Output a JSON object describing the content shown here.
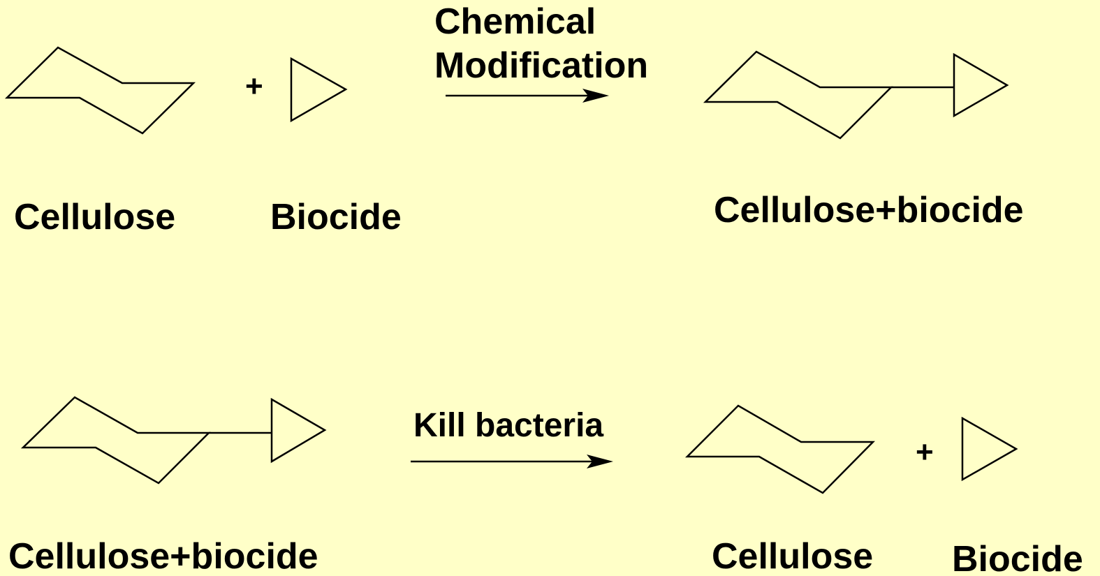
{
  "colors": {
    "background": "#ffffc8",
    "stroke": "#000000"
  },
  "reaction1": {
    "reactant_a_label": "Cellulose",
    "plus": "+",
    "reactant_b_label": "Biocide",
    "arrow_label_line1": "Chemical",
    "arrow_label_line2": "Modification",
    "product_label": "Cellulose+biocide"
  },
  "reaction2": {
    "reactant_label": "Cellulose+biocide",
    "arrow_label": "Kill bacteria",
    "product_a_label": "Cellulose",
    "plus": "+",
    "product_b_label": "Biocide"
  },
  "icons": {
    "cellulose": "cyclohexane-chair-icon",
    "biocide": "triangle-icon"
  }
}
